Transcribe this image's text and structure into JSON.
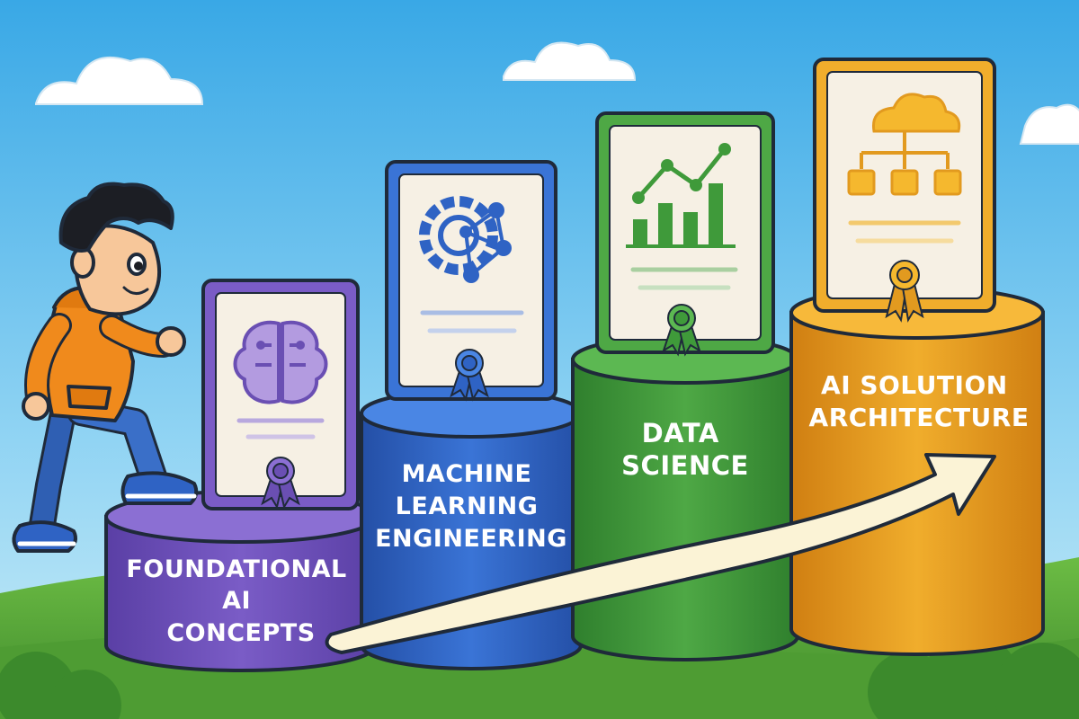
{
  "stages": [
    {
      "id": "foundational",
      "lines": [
        "FOUNDATIONAL",
        "AI",
        "CONCEPTS"
      ],
      "color": "#6a4fb3",
      "icon": "brain-icon"
    },
    {
      "id": "ml-engineering",
      "lines": [
        "MACHINE",
        "LEARNING",
        "ENGINEERING"
      ],
      "color": "#2f63c4",
      "icon": "gear-network-icon"
    },
    {
      "id": "data-science",
      "lines": [
        "DATA",
        "SCIENCE"
      ],
      "color": "#3f9a3a",
      "icon": "chart-icon"
    },
    {
      "id": "ai-architecture",
      "lines": [
        "AI SOLUTION",
        "ARCHITECTURE"
      ],
      "color": "#e29a1f",
      "icon": "cloud-hierarchy-icon"
    }
  ],
  "colors": {
    "sky": "#6cc3f0",
    "grass": "#56a83a",
    "arrow": "#fbf3d6",
    "outline": "#1f2a3a"
  }
}
